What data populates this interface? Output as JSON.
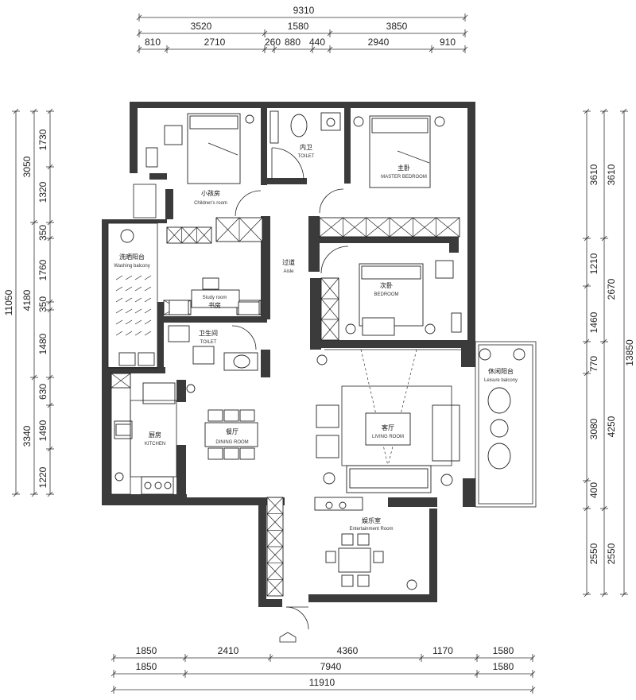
{
  "dimensions": {
    "top_total": "9310",
    "top_row2": [
      "3520",
      "1580",
      "3850"
    ],
    "top_row3": [
      "810",
      "2710",
      "260",
      "880",
      "440",
      "2940",
      "910"
    ],
    "bottom_row1": [
      "1850",
      "2410",
      "4360",
      "1170",
      "1580"
    ],
    "bottom_row2": [
      "1850",
      "7940",
      "1580"
    ],
    "bottom_total": "11910",
    "left_total": "11050",
    "left_row2": [
      "3050",
      "4180",
      "3340"
    ],
    "left_row3": [
      "1730",
      "1320",
      "350",
      "1760",
      "350",
      "1480",
      "630",
      "1490",
      "1220"
    ],
    "right_total": "13850",
    "right_row2": [
      "3610",
      "2670",
      "4250",
      "2550"
    ],
    "right_row3": [
      "3610",
      "1210",
      "1460",
      "770",
      "3080",
      "400",
      "2550"
    ]
  },
  "rooms": {
    "children": {
      "cn": "小孩房",
      "en": "Children's room"
    },
    "toilet_inner": {
      "cn": "内卫",
      "en": "TOILET"
    },
    "master": {
      "cn": "主卧",
      "en": "MASTER BEDROOM"
    },
    "washing": {
      "cn": "洗晒阳台",
      "en": "Washing balcony"
    },
    "aisle": {
      "cn": "过道",
      "en": "Aisle"
    },
    "study": {
      "cn": "书房",
      "en": "Study room"
    },
    "bedroom": {
      "cn": "次卧",
      "en": "BEDROOM"
    },
    "toilet": {
      "cn": "卫生间",
      "en": "TOILET"
    },
    "leisure": {
      "cn": "休闲阳台",
      "en": "Leisure balcony"
    },
    "kitchen": {
      "cn": "厨房",
      "en": "KITCHEN"
    },
    "dining": {
      "cn": "餐厅",
      "en": "DINING ROOM"
    },
    "living": {
      "cn": "客厅",
      "en": "LIVING ROOM"
    },
    "entertainment": {
      "cn": "娱乐室",
      "en": "Entertainment Room"
    }
  },
  "colors": {
    "wall": "#3b3b3b",
    "line": "#222222",
    "background": "#ffffff"
  }
}
